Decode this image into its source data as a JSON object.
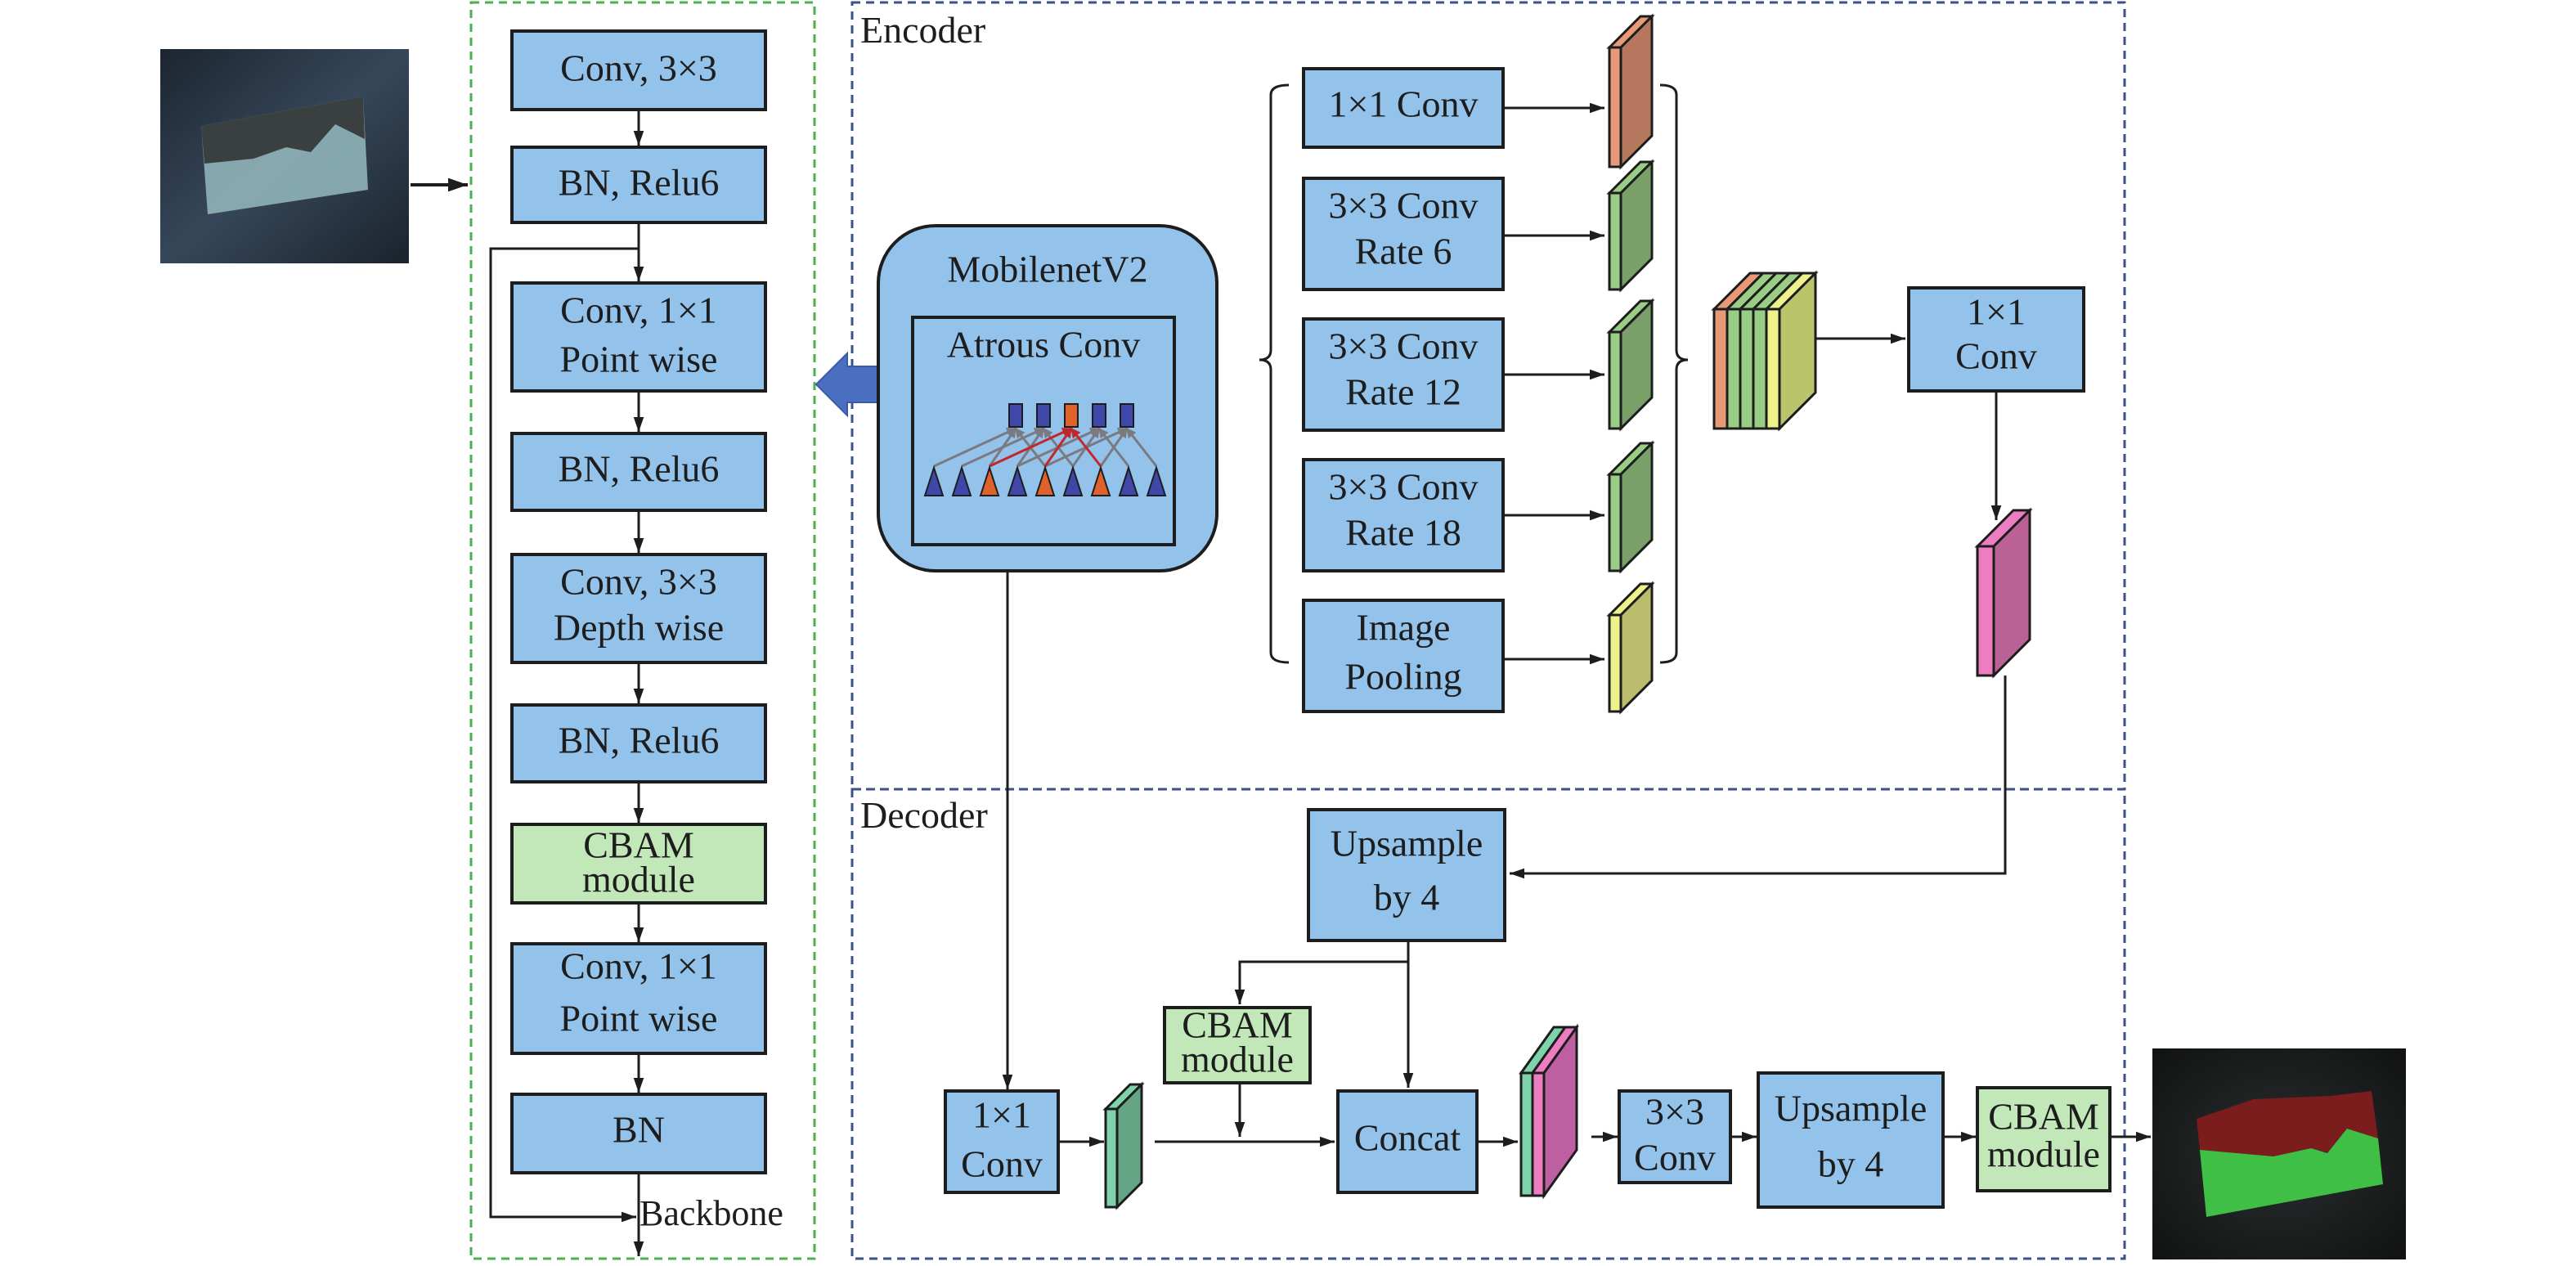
{
  "figure": {
    "sections": {
      "backbone": "Backbone",
      "encoder": "Encoder",
      "decoder": "Decoder"
    },
    "images": {
      "input": "input-crack-image",
      "output": "segmentation-output-image"
    },
    "backbone_blocks": [
      {
        "line1": "Conv, 3×3",
        "line2": ""
      },
      {
        "line1": "BN, Relu6",
        "line2": ""
      },
      {
        "line1": "Conv, 1×1",
        "line2": "Point wise"
      },
      {
        "line1": "BN, Relu6",
        "line2": ""
      },
      {
        "line1": "Conv, 3×3",
        "line2": "Depth wise"
      },
      {
        "line1": "BN, Relu6",
        "line2": ""
      },
      {
        "line1": "CBAM",
        "line2": "module"
      },
      {
        "line1": "Conv, 1×1",
        "line2": "Point wise"
      },
      {
        "line1": "BN",
        "line2": ""
      }
    ],
    "encoder": {
      "mobilenet": "MobilenetV2",
      "atrous": "Atrous Conv",
      "aspp": [
        {
          "line1": "1×1 Conv",
          "line2": ""
        },
        {
          "line1": "3×3 Conv",
          "line2": "Rate 6"
        },
        {
          "line1": "3×3 Conv",
          "line2": "Rate 12"
        },
        {
          "line1": "3×3 Conv",
          "line2": "Rate 18"
        },
        {
          "line1": "Image",
          "line2": "Pooling"
        }
      ],
      "conv1x1": {
        "line1": "1×1",
        "line2": "Conv"
      }
    },
    "decoder": {
      "upsample1": {
        "line1": "Upsample",
        "line2": "by 4"
      },
      "conv1x1": {
        "line1": "1×1",
        "line2": "Conv"
      },
      "cbam1": {
        "line1": "CBAM",
        "line2": "module"
      },
      "concat": "Concat",
      "conv3x3": {
        "line1": "3×3",
        "line2": "Conv"
      },
      "upsample2": {
        "line1": "Upsample",
        "line2": "by 4"
      },
      "cbam2": {
        "line1": "CBAM",
        "line2": "module"
      }
    },
    "colors": {
      "block_blue": "#93c2ea",
      "cbam_green": "#c2e7b8",
      "backbone_border": "#4caf50",
      "encoder_border": "#3b5287",
      "arrow_blue": "#4a6fc1",
      "feature_orange": "#e89a78",
      "feature_green": "#9acd85",
      "feature_yellow": "#eef28a",
      "feature_pink": "#ee7cc0",
      "feature_teal": "#7fd3aa"
    }
  }
}
